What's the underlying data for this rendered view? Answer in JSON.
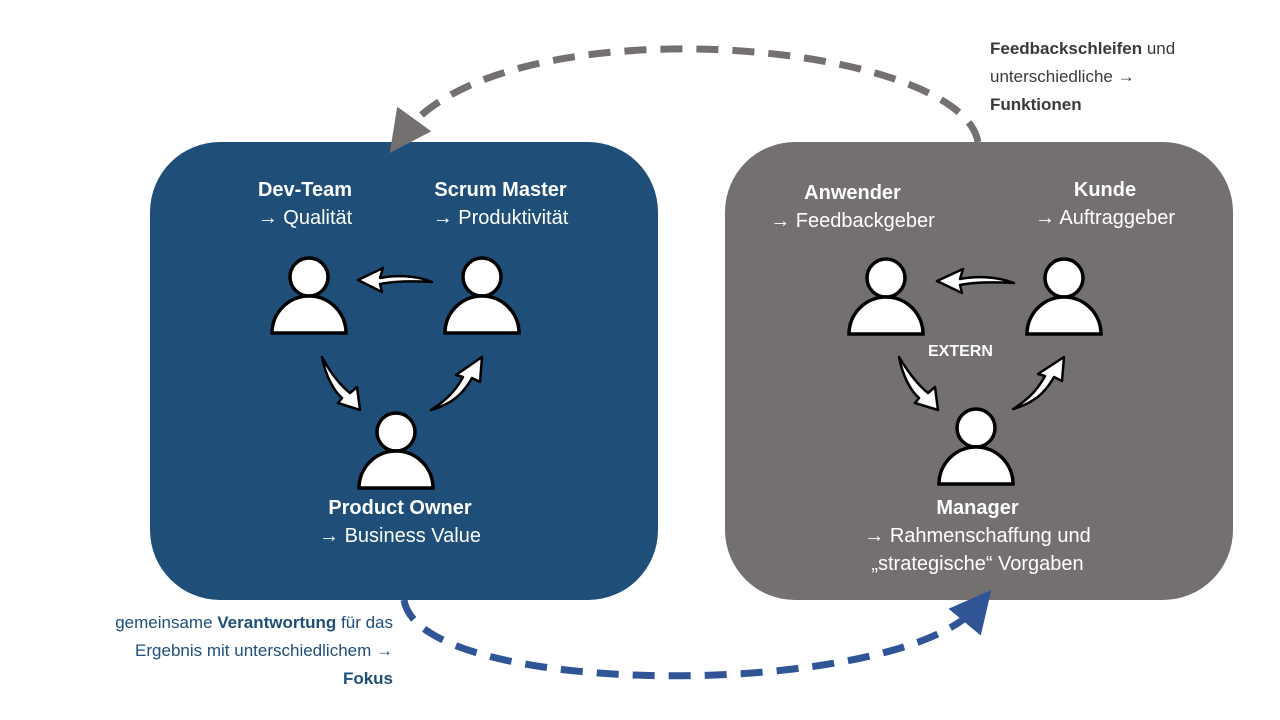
{
  "colors": {
    "internal_panel": "#1f4e79",
    "external_panel": "#757070",
    "top_loop_arrow": "#757070",
    "bottom_loop_arrow": "#2f5597",
    "note_top_text": "#3a3a3a",
    "note_bottom_text": "#1f4e79"
  },
  "internal": {
    "roles": [
      {
        "title": "Dev-Team",
        "subtitle": "→ Qualität"
      },
      {
        "title": "Scrum Master",
        "subtitle": "→ Produktivität"
      },
      {
        "title": "Product Owner",
        "subtitle": "→ Business Value"
      }
    ]
  },
  "external": {
    "center_label": "EXTERN",
    "roles": [
      {
        "title": "Anwender",
        "subtitle": "→ Feedbackgeber"
      },
      {
        "title": "Kunde",
        "subtitle": "→ Auftraggeber"
      },
      {
        "title": "Manager",
        "subtitle_line1": "→ Rahmenschaffung und",
        "subtitle_line2": "„strategische“ Vorgaben"
      }
    ]
  },
  "notes": {
    "top": {
      "bold1": "Feedbackschleifen",
      "text1": " und",
      "text2": "unterschiedliche →",
      "bold2": "Funktionen"
    },
    "bottom": {
      "text1": "gemeinsame ",
      "bold1": "Verantwortung",
      "text2": " für das",
      "text3": "Ergebnis mit unterschiedlichem →",
      "bold2": "Fokus"
    }
  },
  "icons": {
    "person": "person-icon",
    "cycle_arrow": "curved-arrow-icon",
    "loop_arrow": "dashed-loop-arrow-icon"
  }
}
